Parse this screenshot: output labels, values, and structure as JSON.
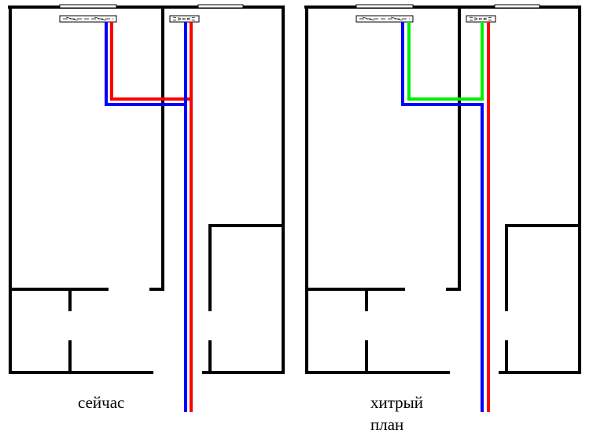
{
  "plans": [
    {
      "name": "current",
      "caption_lines": [
        "сейчас"
      ],
      "pipe_colors": {
        "outdoor_a": "#0000ff",
        "outdoor_b": "#ff0000",
        "link": "#ff0000"
      }
    },
    {
      "name": "clever-plan",
      "caption_lines": [
        "хитрый",
        "план"
      ],
      "pipe_colors": {
        "outdoor_a": "#0000ff",
        "outdoor_b": "#ff0000",
        "link": "#00ee00"
      }
    }
  ],
  "colors": {
    "wall": "#000000",
    "blue": "#0000ff",
    "red": "#ff0000",
    "green": "#00ee00"
  }
}
